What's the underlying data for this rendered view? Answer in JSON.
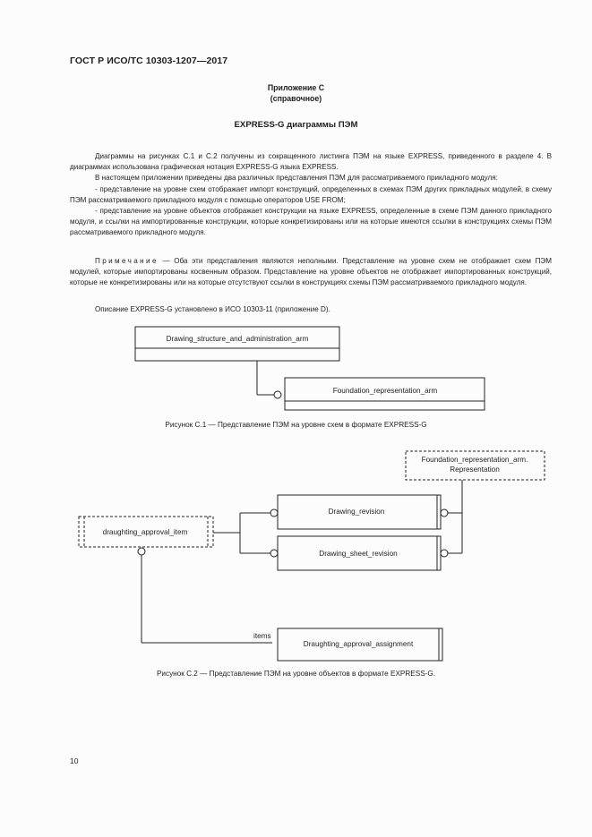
{
  "header": {
    "standard": "ГОСТ Р ИСО/ТС 10303-1207—2017"
  },
  "appendix": {
    "title": "Приложение С",
    "subtitle": "(справочное)"
  },
  "section": {
    "title": "EXPRESS-G диаграммы ПЭМ"
  },
  "body": {
    "p1": "Диаграммы на рисунках С.1 и С.2 получены из сокращенного листинга ПЭМ на языке EXPRESS, приведенного в разделе 4. В диаграммах использована графическая нотация EXPRESS-G языка EXPRESS.",
    "p2": "В настоящем приложении приведены два различных представления ПЭМ для рассматриваемого прикладного модуля:",
    "p3": "- представление на уровне схем отображает импорт конструкций, определенных в схемах ПЭМ других прикладных модулей, в схему ПЭМ рассматриваемого прикладного модуля с помощью операторов USE FROM;",
    "p4": "- представление на уровне объектов отображает конструкции на языке EXPRESS, определенные в схеме ПЭМ данного прикладного модуля, и ссылки на импортированные конструкции, которые конкретизированы или на которые имеются ссылки в конструкциях схемы ПЭМ рассматриваемого прикладного модуля.",
    "note_label": "Примечание",
    "note_text": " — Оба эти представления являются неполными. Представление на уровне схем не отображает схем ПЭМ модулей, которые импортированы косвенным образом. Представление на уровне объектов не отображает импортированных конструкций, которые не конкретизированы или на которые отсутствуют ссылки в конструкциях схемы ПЭМ рассматриваемого прикладного модуля.",
    "p5": "Описание EXPRESS-G установлено в ИСО 10303-11 (приложение D)."
  },
  "figure1": {
    "box_main": "Drawing_structure_and_administration_arm",
    "box_ref": "Foundation_representation_arm",
    "caption": "Рисунок С.1 — Представление ПЭМ на уровне схем в формате EXPRESS-G"
  },
  "figure2": {
    "box_foundation_line1": "Foundation_representation_arm.",
    "box_foundation_line2": "Representation",
    "box_revision": "Drawing_revision",
    "box_sheet_revision": "Drawing_sheet_revision",
    "box_approval_item": "draughting_approval_item",
    "box_assignment": "Draughting_approval_assignment",
    "attr_label": "items",
    "caption": "Рисунок С.2 — Представление ПЭМ на уровне объектов в формате EXPRESS-G."
  },
  "footer": {
    "page_number": "10"
  }
}
